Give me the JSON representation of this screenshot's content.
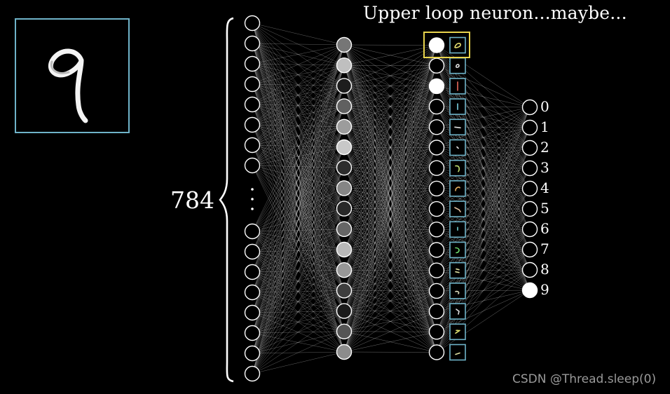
{
  "title": "Upper loop neuron...maybe...",
  "input_count_label": "784",
  "output_labels": [
    "0",
    "1",
    "2",
    "3",
    "4",
    "5",
    "6",
    "7",
    "8",
    "9"
  ],
  "watermark": "CSDN @Thread.sleep(0)",
  "colors": {
    "background": "#000000",
    "neuron_stroke": "#ffffff",
    "image_frame": "#6fb3c9",
    "highlight_frame": "#e8d44d"
  },
  "activations": {
    "hidden1": [
      0.45,
      0.78,
      0.05,
      0.35,
      0.62,
      0.82,
      0.12,
      0.52,
      0.1,
      0.38,
      0.75,
      0.6,
      0.2,
      0.04,
      0.3,
      0.55
    ],
    "hidden2": [
      1.0,
      0.0,
      1.0,
      0.0,
      0.0,
      0.0,
      0.0,
      0.0,
      0.0,
      0.0,
      0.0,
      0.0,
      0.0,
      0.0,
      0.0,
      0.0
    ],
    "output": [
      0,
      0,
      0,
      0,
      0,
      0,
      0,
      0,
      0,
      1
    ]
  }
}
